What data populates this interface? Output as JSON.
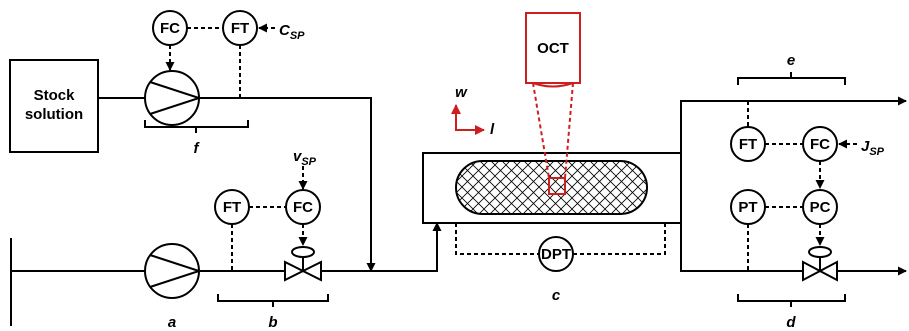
{
  "blocks": {
    "stock": [
      "Stock",
      "solution"
    ],
    "oct": "OCT"
  },
  "instruments": {
    "fc_top": "FC",
    "ft_top": "FT",
    "ft_b": "FT",
    "fc_b": "FC",
    "dpt": "DPT",
    "ft_right": "FT",
    "fc_right": "FC",
    "pt_right": "PT",
    "pc_right": "PC"
  },
  "setpoints": {
    "c": {
      "main": "C",
      "sub": "SP"
    },
    "v": {
      "main": "v",
      "sub": "SP"
    },
    "j": {
      "main": "J",
      "sub": "SP"
    }
  },
  "axes": {
    "w": "w",
    "l": "l"
  },
  "group_labels": {
    "a": "a",
    "b": "b",
    "c": "c",
    "d": "d",
    "e": "e",
    "f": "f"
  },
  "colors": {
    "line": "#000000",
    "accent": "#cc1f1f",
    "background": "#ffffff"
  }
}
